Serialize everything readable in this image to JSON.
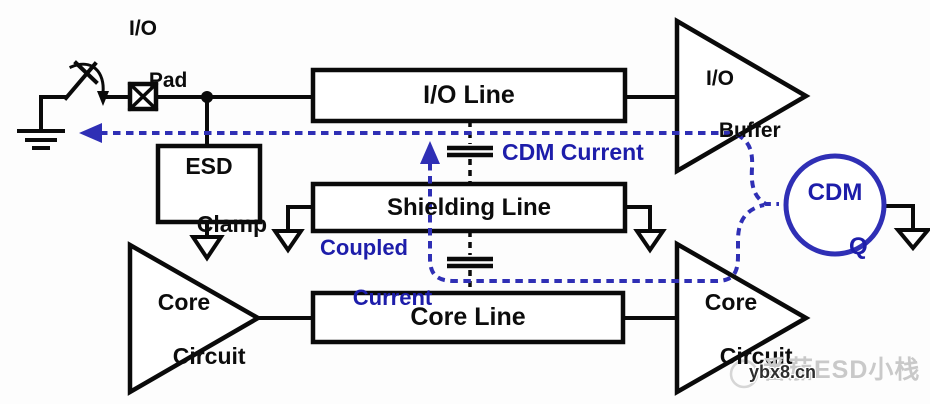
{
  "colors": {
    "background": "#fdfdfd",
    "wire_black": "#0a0a0a",
    "accent_blue": "#2f2fb5",
    "text_blue": "#1d1daa",
    "watermark_gray": "#c9c9c9",
    "watermark_dark": "#2e2e2e"
  },
  "nodes": {
    "io_pad": {
      "lines": [
        "I/O",
        "Pad"
      ]
    },
    "io_line": {
      "label": "I/O Line"
    },
    "shielding_line": {
      "label": "Shielding Line"
    },
    "core_line": {
      "label": "Core Line"
    },
    "esd_clamp": {
      "lines": [
        "ESD",
        "Clamp"
      ]
    },
    "io_buffer": {
      "lines": [
        "I/O",
        "Buffer"
      ]
    },
    "core_circuit_left": {
      "lines": [
        "Core",
        "Circuit"
      ]
    },
    "core_circuit_right": {
      "lines": [
        "Core",
        "Circuit"
      ]
    },
    "cdm_source": {
      "lines": [
        "CDM",
        "Q"
      ]
    }
  },
  "annotations": {
    "cdm_current": {
      "label": "CDM Current"
    },
    "coupled_current": {
      "lines": [
        "Coupled",
        "Current"
      ]
    }
  },
  "watermark": {
    "brand": "番茄ESD小栈",
    "site": "ybx8.cn"
  }
}
